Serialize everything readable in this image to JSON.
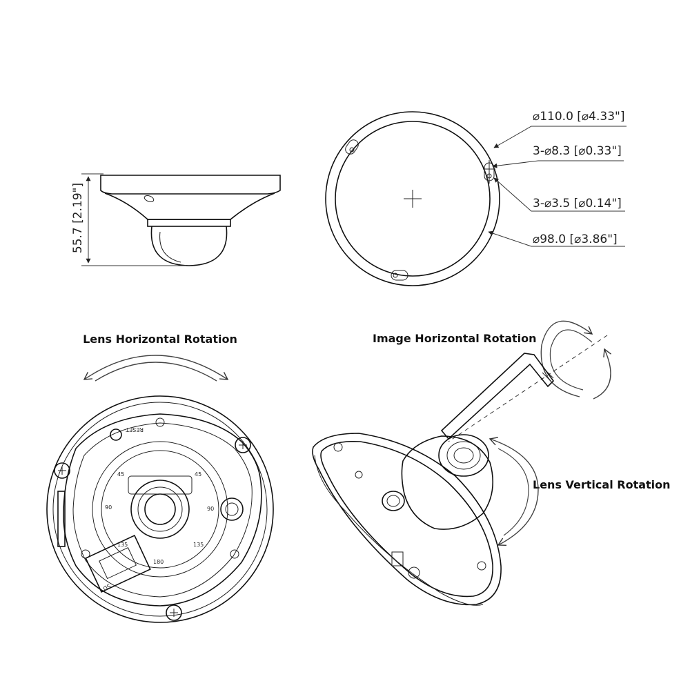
{
  "side_view": {
    "height_dim": "55.7 [2.19\"]"
  },
  "top_view": {
    "outer_diameter": "⌀110.0 [⌀4.33\"]",
    "slot_holes": "3-⌀8.3 [⌀0.33\"]",
    "small_holes": "3-⌀3.5 [⌀0.14\"]",
    "mount_circle": "⌀98.0 [⌀3.86\"]"
  },
  "bottom_left": {
    "caption": "Lens Horizontal Rotation",
    "reset_label": "RESET",
    "sd_label": "SD",
    "scale_labels": [
      "45",
      "45",
      "90",
      "90",
      "135",
      "135",
      "180"
    ]
  },
  "bottom_right": {
    "image_rotation_caption": "Image Horizontal Rotation",
    "lens_vertical_caption": "Lens Vertical Rotation"
  }
}
